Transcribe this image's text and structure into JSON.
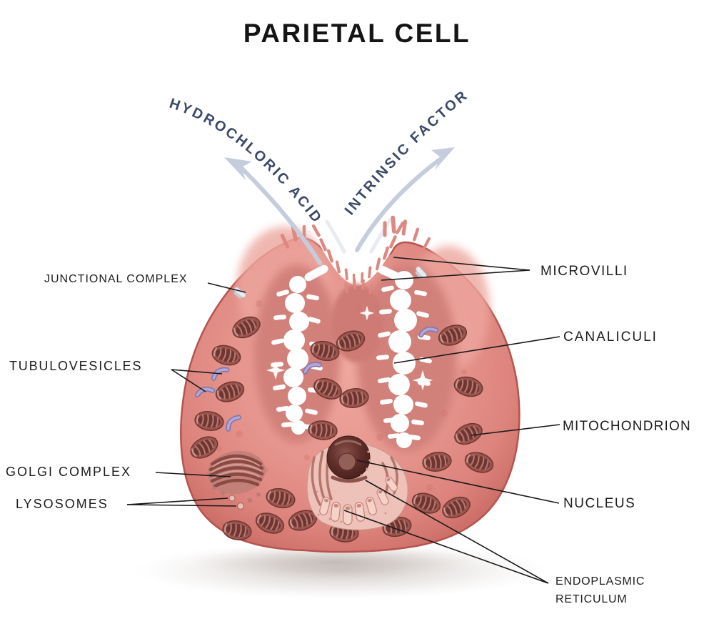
{
  "title": "PARIETAL CELL",
  "secretions": {
    "left": "HYDROCHLORIC ACID",
    "right": "INTRINSIC FACTOR"
  },
  "labels": {
    "junctional_complex": "JUNCTIONAL COMPLEX",
    "tubulovesicles": "TUBULOVESICLES",
    "golgi_complex": "GOLGI COMPLEX",
    "lysosomes": "LYSOSOMES",
    "microvilli": "MICROVILLI",
    "canaliculi": "CANALICULI",
    "mitochondrion": "MITOCHONDRION",
    "nucleus": "NUCLEUS",
    "endoplasmic_reticulum_line1": "ENDOPLASMIC",
    "endoplasmic_reticulum_line2": "RETICULUM"
  },
  "colors": {
    "background": "#ffffff",
    "title_text": "#141414",
    "label_text": "#1d1d1d",
    "leader_line": "#1a1a1a",
    "secretion_text": "#3b4a68",
    "arrow": "#c5cddc",
    "cell_fill": "#e4938c",
    "cell_border": "#b5544e",
    "canaliculus_collar": "#d2807a",
    "canaliculus_channel": "#ffffff",
    "mitochondrion_fill": "#9a564e",
    "nucleus_fill": "#5a2c28",
    "endoplasmic_reticulum_fill": "#eec2b8",
    "golgi_fill": "#c08078",
    "tubulovesicle": "#9a8cc0",
    "lysosome": "#ecc0b7",
    "junctional_complex_fill": "#e9ebee",
    "shadow": "#b9aea9"
  }
}
